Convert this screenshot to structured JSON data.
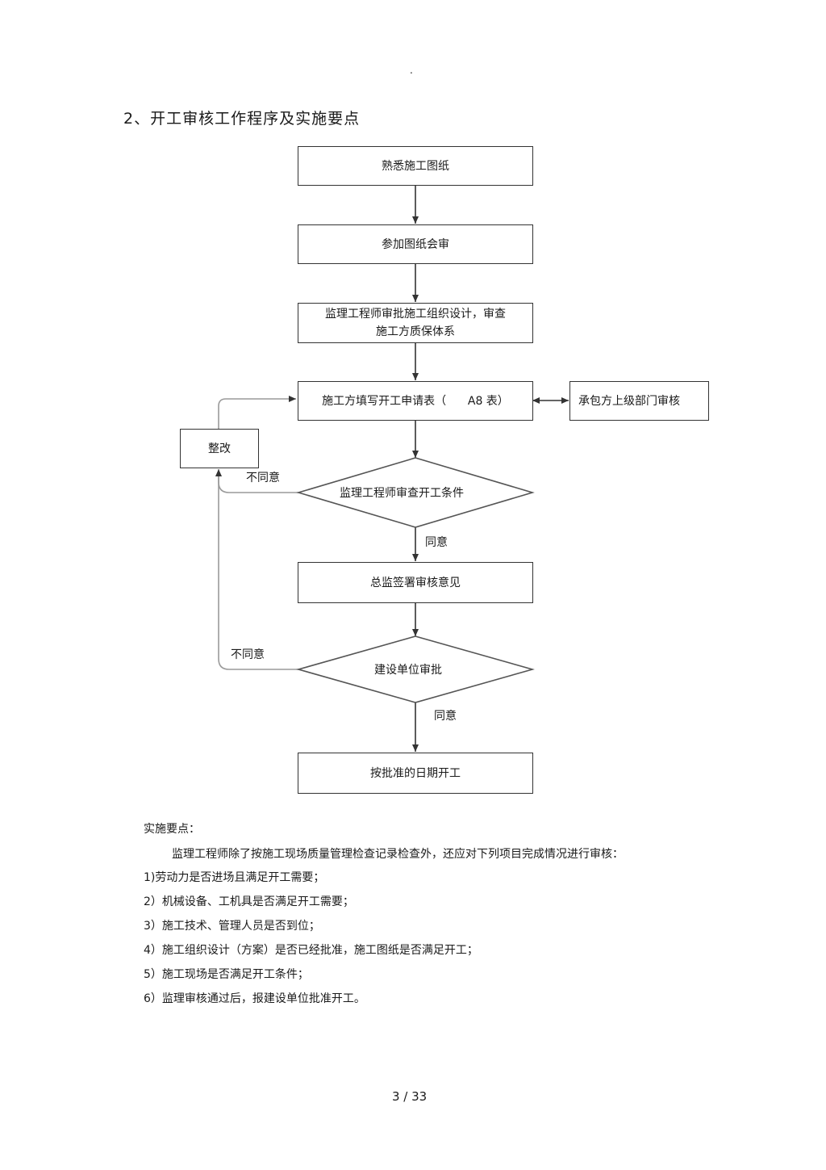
{
  "header_mark": ".",
  "heading": "2、开工审核工作程序及实施要点",
  "flowchart": {
    "steps": {
      "s1": "熟悉施工图纸",
      "s2": "参加图纸会审",
      "s3_line1": "监理工程师审批施工组织设计，审查",
      "s3_line2": "施工方质保体系",
      "s4": "施工方填写开工申请表（      A8 表）",
      "side": "承包方上级部门审核",
      "rectify": "整改",
      "d1": "监理工程师审查开工条件",
      "s5": "总监签署审核意见",
      "d2": "建设单位审批",
      "s6": "按批准的日期开工"
    },
    "edges": {
      "disagree1": "不同意",
      "agree1": "同意",
      "disagree2": "不同意",
      "agree2": "同意"
    }
  },
  "notes": {
    "title": "实施要点：",
    "intro": "监理工程师除了按施工现场质量管理检查记录检查外，还应对下列项目完成情况进行审核：",
    "items": [
      "1)劳动力是否进场且满足开工需要；",
      "2）机械设备、工机具是否满足开工需要；",
      "3）施工技术、管理人员是否到位；",
      "4）施工组织设计（方案）是否已经批准，施工图纸是否满足开工；",
      "5）施工现场是否满足开工条件；",
      "6）监理审核通过后，报建设单位批准开工。"
    ]
  },
  "pager": "3 / 33"
}
